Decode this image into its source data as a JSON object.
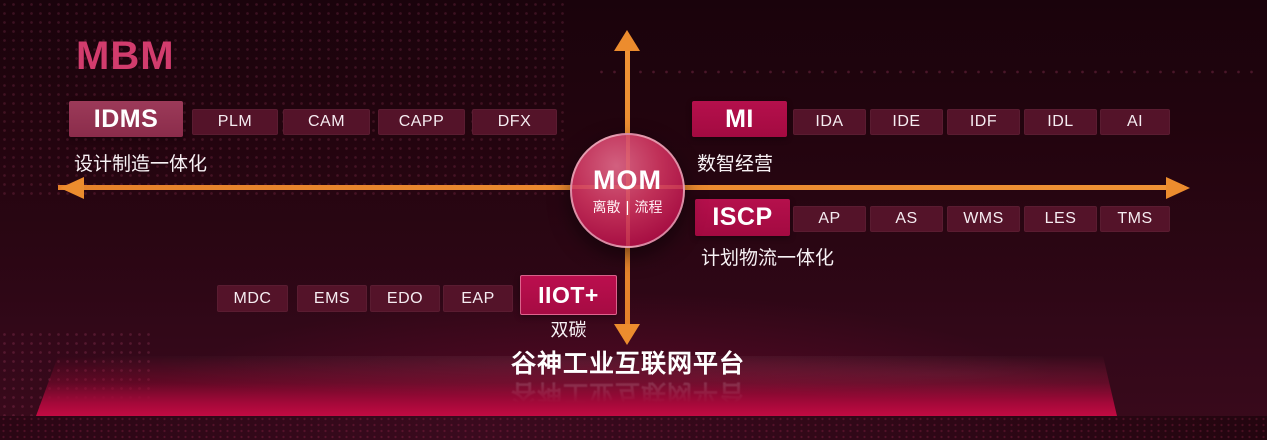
{
  "title": "MBM",
  "center": {
    "label": "MOM",
    "sub_left": "离散",
    "sub_divider": "|",
    "sub_right": "流程"
  },
  "quadrants": {
    "design": {
      "lead": "IDMS",
      "items": [
        "PLM",
        "CAM",
        "CAPP",
        "DFX"
      ],
      "caption": "设计制造一体化"
    },
    "management": {
      "lead": "MI",
      "items": [
        "IDA",
        "IDE",
        "IDF",
        "IDL",
        "AI"
      ],
      "caption": "数智经营"
    },
    "supply": {
      "lead": "ISCP",
      "items": [
        "AP",
        "AS",
        "WMS",
        "LES",
        "TMS"
      ],
      "caption": "计划物流一体化"
    },
    "iiot": {
      "lead": "IIOT+",
      "items": [
        "MDC",
        "EMS",
        "EDO",
        "EAP"
      ],
      "caption": "双碳"
    }
  },
  "platform": {
    "label": "谷神工业互联网平台"
  },
  "colors": {
    "accent_orange": "#EC8C2E",
    "lead_crimson": "#AB0C45",
    "module_maroon": "#541329",
    "title_pink": "#D23C6D",
    "band_crimson": "#C20A42",
    "background": "#22040E"
  }
}
